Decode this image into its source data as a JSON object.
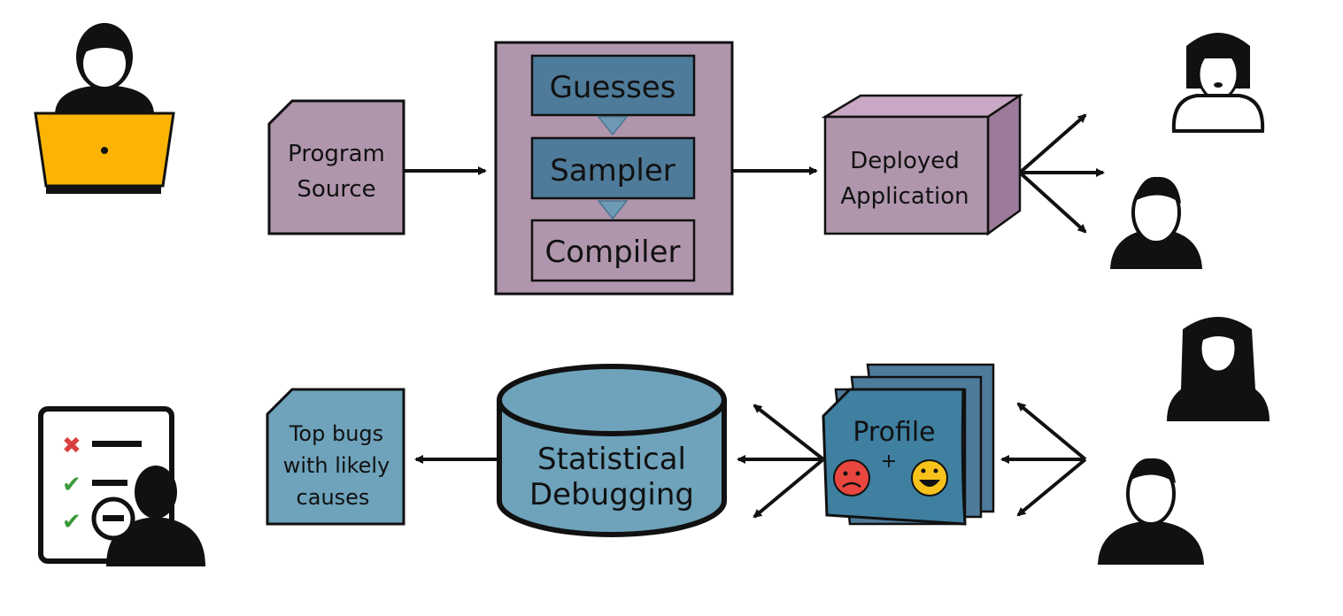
{
  "top_flow": {
    "program_source": [
      "Program",
      "Source"
    ],
    "pipeline": {
      "guesses": "Guesses",
      "sampler": "Sampler",
      "compiler": "Compiler"
    },
    "deployed_application": [
      "Deployed",
      "Application"
    ]
  },
  "bottom_flow": {
    "profile": "Profile",
    "profile_symbol": "+",
    "statistical_debugging": [
      "Statistical",
      "Debugging"
    ],
    "top_bugs": [
      "Top bugs",
      "with likely",
      "causes"
    ]
  },
  "colors": {
    "purple_fill": "#b096ad",
    "purple_dark": "#9c7a99",
    "blue_fill": "#4f7b9a",
    "teal_fill": "#6ea3bb",
    "laptop_yellow": "#fbb403",
    "angry_red": "#e8463e",
    "happy_yellow": "#f7c21a",
    "check_green": "#3a9a3a",
    "cross_red": "#d94040"
  },
  "icons": [
    "developer-laptop-icon",
    "user-woman-icon",
    "user-man-icon",
    "checklist-inspector-icon",
    "profile-documents-icon",
    "database-icon"
  ]
}
